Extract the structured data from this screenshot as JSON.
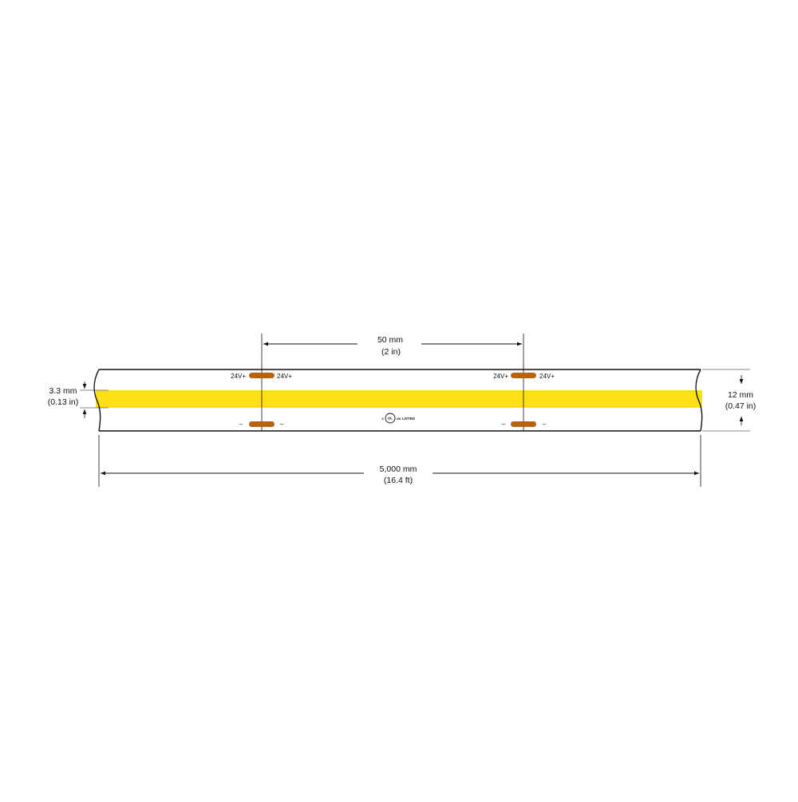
{
  "diagram": {
    "spacing_dimension": {
      "primary": "50 mm",
      "secondary": "(2 in)"
    },
    "length_dimension": {
      "primary": "5,000 mm",
      "secondary": "(16.4 ft)"
    },
    "width_dimension": {
      "primary": "12 mm",
      "secondary": "(0.47 in)"
    },
    "led_band_dimension": {
      "primary": "3.3 mm",
      "secondary": "(0.13 in)"
    },
    "positive_pad_label": "24V+",
    "negative_pad_label": "–",
    "certification": {
      "c_mark": "c",
      "ul_mark": "UL",
      "us_mark": "us",
      "listed_text": "LISTED"
    }
  },
  "colors": {
    "strip_outline": "#111111",
    "led_band": "#FFE015",
    "solder_pad": "#B8620C",
    "dimension_line": "#111111"
  }
}
